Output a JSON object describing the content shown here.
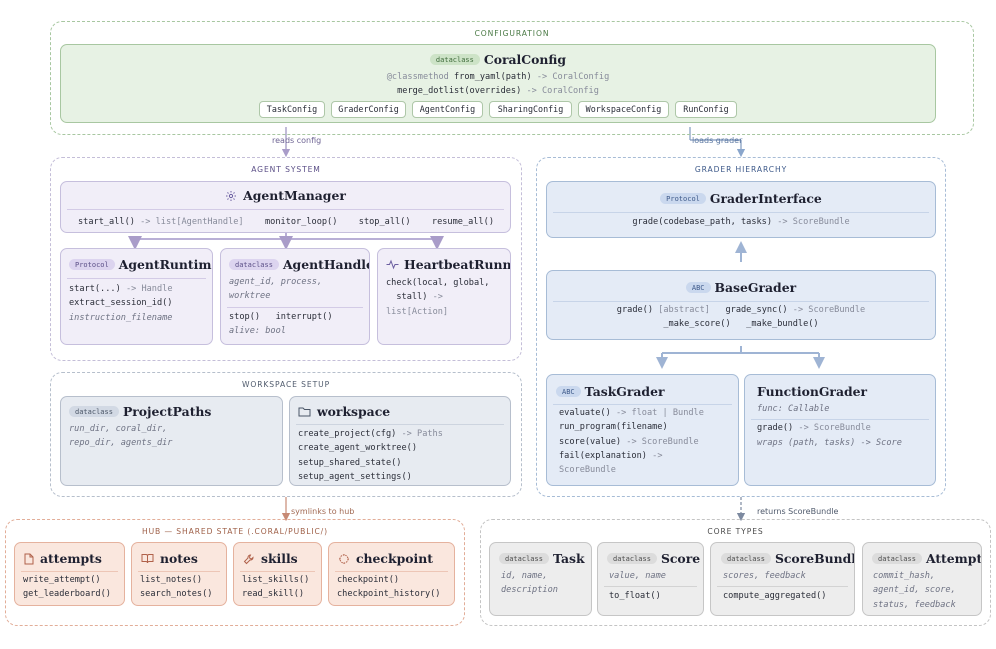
{
  "config": {
    "title": "CONFIGURATION",
    "badge": "dataclass",
    "name": "CoralConfig",
    "line1_deco": "@classmethod",
    "line1_call": "from_yaml(path)",
    "line1_ret": "-> CoralConfig",
    "line2_call": "merge_dotlist(overrides)",
    "line2_ret": "-> CoralConfig",
    "subconfigs": [
      "TaskConfig",
      "GraderConfig",
      "AgentConfig",
      "SharingConfig",
      "WorkspaceConfig",
      "RunConfig"
    ]
  },
  "flows": {
    "reads_config": "reads config",
    "loads_grader": "loads grader",
    "symlinks": "symlinks to hub",
    "returns": "returns ScoreBundle"
  },
  "agent_system": {
    "title": "AGENT SYSTEM",
    "manager": {
      "name": "AgentManager",
      "methods": [
        {
          "call": "start_all()",
          "ret": "-> list[AgentHandle]"
        },
        {
          "call": "monitor_loop()",
          "ret": ""
        },
        {
          "call": "stop_all()",
          "ret": ""
        },
        {
          "call": "resume_all()",
          "ret": ""
        }
      ]
    },
    "runtime": {
      "badge": "Protocol",
      "name": "AgentRuntime",
      "l1_call": "start(...)",
      "l1_ret": "-> Handle",
      "l2": "extract_session_id()",
      "l3": "instruction_filename"
    },
    "handle": {
      "badge": "dataclass",
      "name": "AgentHandle",
      "f1": "agent_id, process,",
      "f2": "worktree",
      "m1": "stop()",
      "m2": "interrupt()",
      "m3": "alive: bool"
    },
    "heartbeat": {
      "name": "HeartbeatRunner",
      "l1": "check(local, global,",
      "l2a": "stall)",
      "l2b": "->",
      "l3": "list[Action]"
    }
  },
  "workspace": {
    "title": "WORKSPACE SETUP",
    "paths": {
      "badge": "dataclass",
      "name": "ProjectPaths",
      "l1": "run_dir, coral_dir,",
      "l2": "repo_dir, agents_dir"
    },
    "ws": {
      "name": "workspace",
      "l1_call": "create_project(cfg)",
      "l1_ret": "-> Paths",
      "l2": "create_agent_worktree()",
      "l3": "setup_shared_state()",
      "l4": "setup_agent_settings()"
    }
  },
  "grader": {
    "title": "GRADER HIERARCHY",
    "iface": {
      "badge": "Protocol",
      "name": "GraderInterface",
      "l1_call": "grade(codebase_path, tasks)",
      "l1_ret": "-> ScoreBundle"
    },
    "base": {
      "badge": "ABC",
      "name": "BaseGrader",
      "l1a": "grade()",
      "l1b": "[abstract]",
      "l1c": "grade_sync()",
      "l1d": "-> ScoreBundle",
      "l2a": "_make_score()",
      "l2b": "_make_bundle()"
    },
    "task": {
      "badge": "ABC",
      "name": "TaskGrader",
      "l1_call": "evaluate()",
      "l1_ret": "-> float | Bundle",
      "l2": "run_program(filename)",
      "l3_call": "score(value)",
      "l3_ret": "-> ScoreBundle",
      "l4_call": "fail(explanation)",
      "l4_ret": "->",
      "l5": "ScoreBundle"
    },
    "func": {
      "name": "FunctionGrader",
      "l1": "func: Callable",
      "l2_call": "grade()",
      "l2_ret": "-> ScoreBundle",
      "l3": "wraps (path, tasks) -> Score"
    }
  },
  "hub": {
    "title": "HUB — SHARED STATE (.CORAL/PUBLIC/)",
    "attempts": {
      "name": "attempts",
      "l1": "write_attempt()",
      "l2": "get_leaderboard()"
    },
    "notes": {
      "name": "notes",
      "l1": "list_notes()",
      "l2": "search_notes()"
    },
    "skills": {
      "name": "skills",
      "l1": "list_skills()",
      "l2": "read_skill()"
    },
    "checkpoint": {
      "name": "checkpoint",
      "l1": "checkpoint()",
      "l2": "checkpoint_history()"
    }
  },
  "core": {
    "title": "CORE TYPES",
    "task": {
      "badge": "dataclass",
      "name": "Task",
      "l1": "id, name,",
      "l2": "description"
    },
    "score": {
      "badge": "dataclass",
      "name": "Score",
      "l1": "value, name",
      "l2": "to_float()"
    },
    "bundle": {
      "badge": "dataclass",
      "name": "ScoreBundle",
      "l1": "scores, feedback",
      "l2": "compute_aggregated()"
    },
    "attempt": {
      "badge": "dataclass",
      "name": "Attempt",
      "l1": "commit_hash,",
      "l2": "agent_id, score,",
      "l3": "status, feedback"
    }
  },
  "colors": {
    "config": "#e7f2e4",
    "agent": "#f1eef8",
    "grader": "#e4ebf6",
    "workspace": "#e7ebf1",
    "hub": "#fae7de",
    "core": "#ededed"
  },
  "icons": [
    "gear-icon",
    "pulse-icon",
    "folder-icon",
    "file-icon",
    "book-icon",
    "wrench-icon",
    "sparkle-icon"
  ]
}
